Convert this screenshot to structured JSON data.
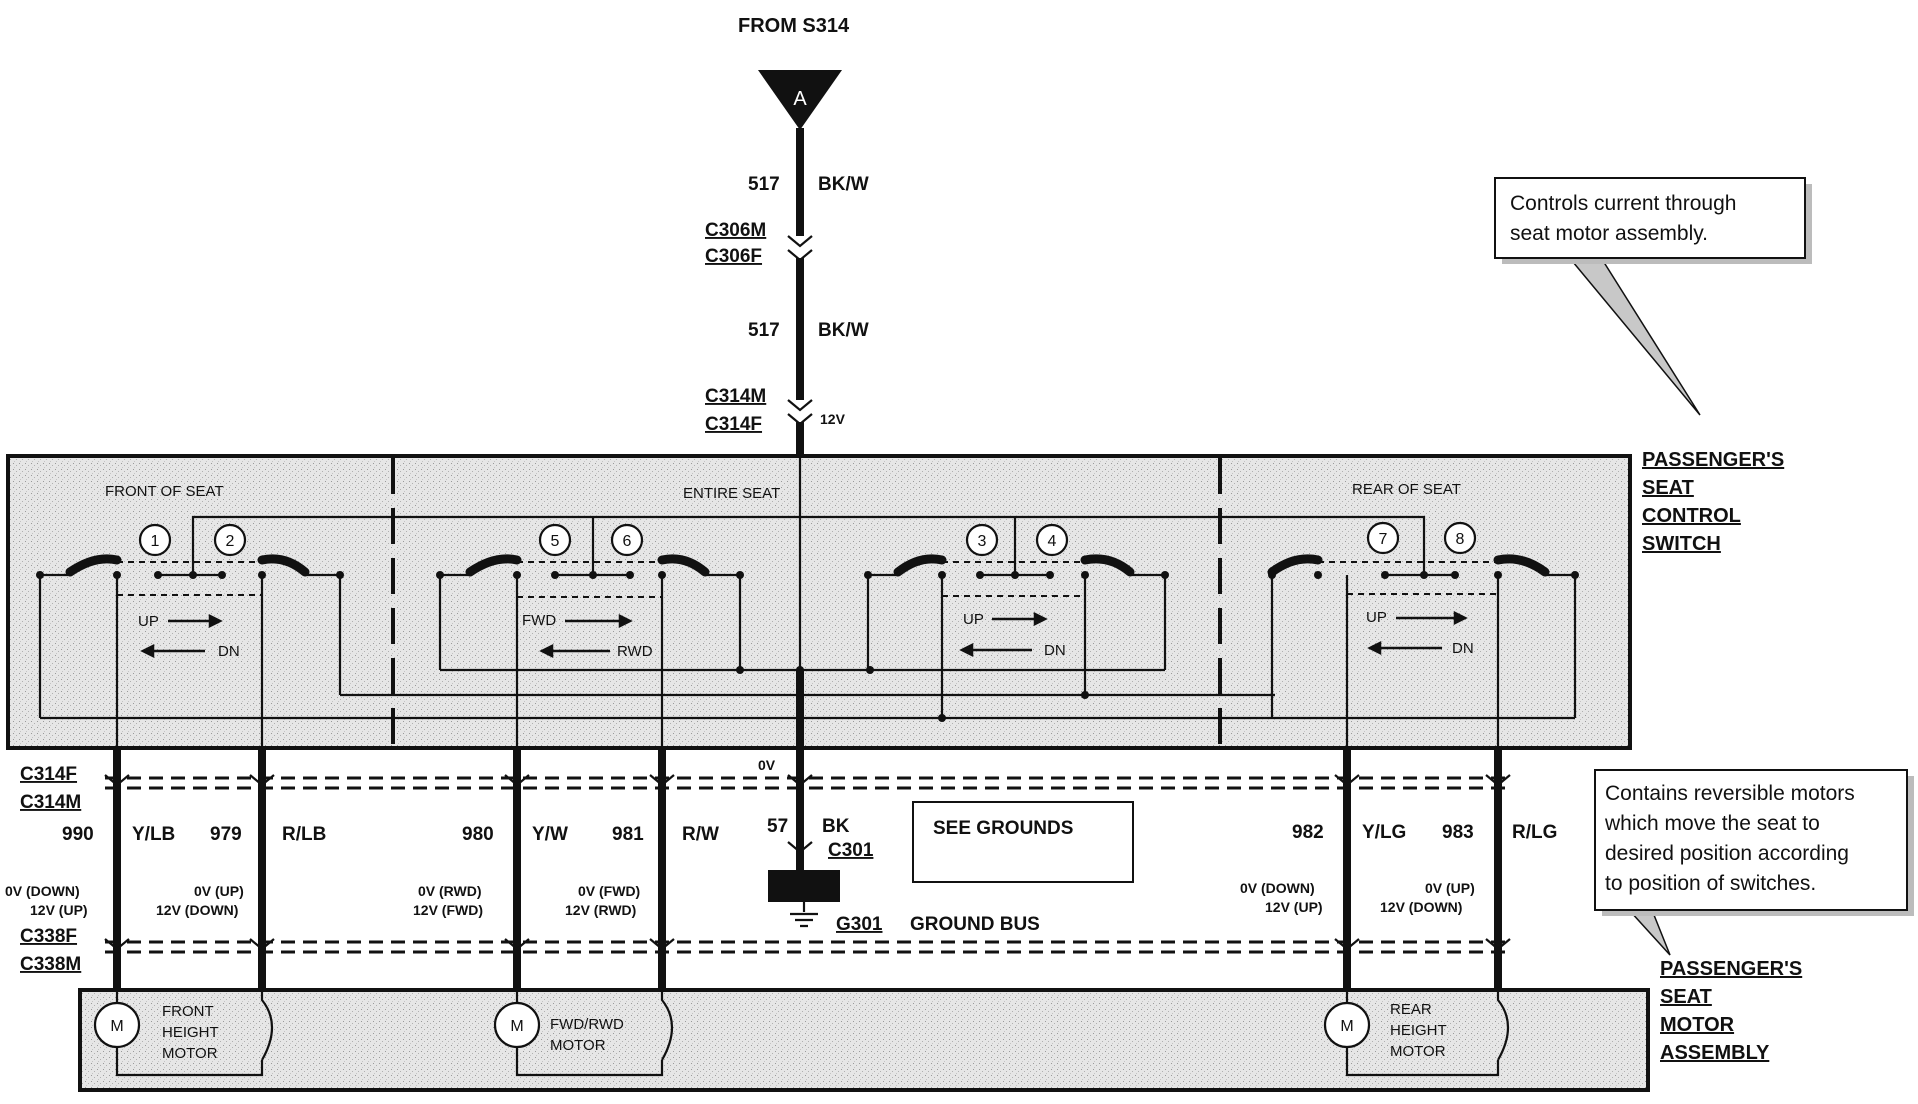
{
  "top": {
    "from_label": "FROM S314",
    "connector_letter": "A"
  },
  "feed": {
    "circuit1": "517",
    "color1": "BK/W",
    "c306m": "C306M",
    "c306f": "C306F",
    "circuit2": "517",
    "color2": "BK/W",
    "c314m": "C314M",
    "c314f": "C314F",
    "voltage": "12V"
  },
  "callouts": {
    "switch": [
      "Controls current through",
      "seat motor assembly."
    ],
    "motor": [
      "Contains reversible motors",
      "which move the seat to",
      "desired position according",
      "to position of switches."
    ]
  },
  "switch_box": {
    "label": [
      "PASSENGER'S",
      "SEAT",
      "CONTROL",
      "SWITCH"
    ],
    "front_label": "FRONT OF SEAT",
    "entire_label": "ENTIRE SEAT",
    "rear_label": "REAR OF SEAT",
    "contacts": [
      "1",
      "2",
      "5",
      "6",
      "3",
      "4",
      "7",
      "8"
    ],
    "up": "UP",
    "dn": "DN",
    "fwd": "FWD",
    "rwd": "RWD"
  },
  "lower_connectors": {
    "c314f": "C314F",
    "c314m": "C314M",
    "c338f": "C338F",
    "c338m": "C338M"
  },
  "wires": {
    "w990": {
      "num": "990",
      "color": "Y/LB",
      "v1": "0V (DOWN)",
      "v2": "12V (UP)"
    },
    "w979": {
      "num": "979",
      "color": "R/LB",
      "v1": "0V (UP)",
      "v2": "12V (DOWN)"
    },
    "w980": {
      "num": "980",
      "color": "Y/W",
      "v1": "0V (RWD)",
      "v2": "12V (FWD)"
    },
    "w981": {
      "num": "981",
      "color": "R/W",
      "v1": "0V (FWD)",
      "v2": "12V (RWD)"
    },
    "w982": {
      "num": "982",
      "color": "Y/LG",
      "v1": "0V (DOWN)",
      "v2": "12V (UP)"
    },
    "w983": {
      "num": "983",
      "color": "R/LG",
      "v1": "0V (UP)",
      "v2": "12V (DOWN)"
    }
  },
  "ground": {
    "voltage": "0V",
    "circuit": "57",
    "color": "BK",
    "connector": "C301",
    "see_grounds": "SEE GROUNDS",
    "g301": "G301",
    "bus": "GROUND BUS"
  },
  "motor_box": {
    "label": [
      "PASSENGER'S",
      "SEAT",
      "MOTOR",
      "ASSEMBLY"
    ],
    "m": "M",
    "front_motor": [
      "FRONT",
      "HEIGHT",
      "MOTOR"
    ],
    "fwd_motor": [
      "FWD/RWD",
      "MOTOR"
    ],
    "rear_motor": [
      "REAR",
      "HEIGHT",
      "MOTOR"
    ]
  }
}
